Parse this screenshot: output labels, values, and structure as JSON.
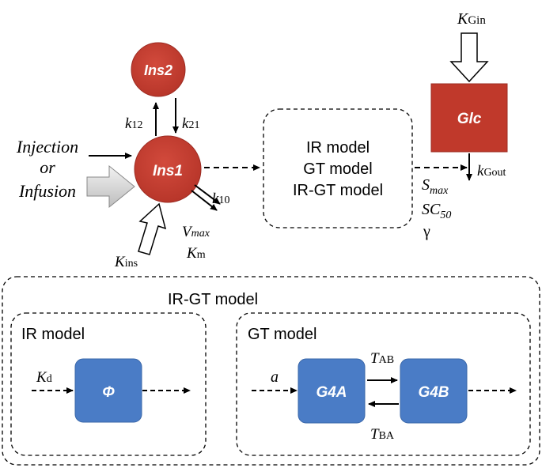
{
  "pk": {
    "ins2": "Ins2",
    "ins1": "Ins1",
    "k12": {
      "main": "k",
      "sub": "12"
    },
    "k21": {
      "main": "k",
      "sub": "21"
    },
    "k10": {
      "main": "k",
      "sub": "10"
    },
    "vmax": {
      "main": "V",
      "sub": "max"
    },
    "km": {
      "main": "K",
      "sub": "m"
    },
    "kins": {
      "main": "K",
      "sub": "ins"
    },
    "injection": [
      "Injection",
      "or",
      "Infusion"
    ]
  },
  "models_box": [
    "IR model",
    "GT model",
    "IR-GT model"
  ],
  "glucose": {
    "glc": "Glc",
    "kgin": {
      "main": "K",
      "sub": "Gin"
    },
    "kgout": {
      "main": "k",
      "sub": "Gout"
    },
    "smax": {
      "main": "S",
      "sub": "max"
    },
    "sc50": {
      "main": "SC",
      "sub": "50"
    },
    "gamma": "γ"
  },
  "irgt": {
    "title": "IR-GT model",
    "ir": {
      "title": "IR model",
      "kd": {
        "main": "K",
        "sub": "d"
      },
      "phi": "Φ"
    },
    "gt": {
      "title": "GT model",
      "a": "a",
      "g4a": "G4A",
      "g4b": "G4B",
      "tab": {
        "main": "T",
        "sub": "AB"
      },
      "tba": {
        "main": "T",
        "sub": "BA"
      }
    }
  },
  "colors": {
    "compartment_red": "#c0392b",
    "compartment_blue": "#4a7cc6",
    "line": "#000000",
    "arrow_fill_gray": "#d0d0d0"
  }
}
